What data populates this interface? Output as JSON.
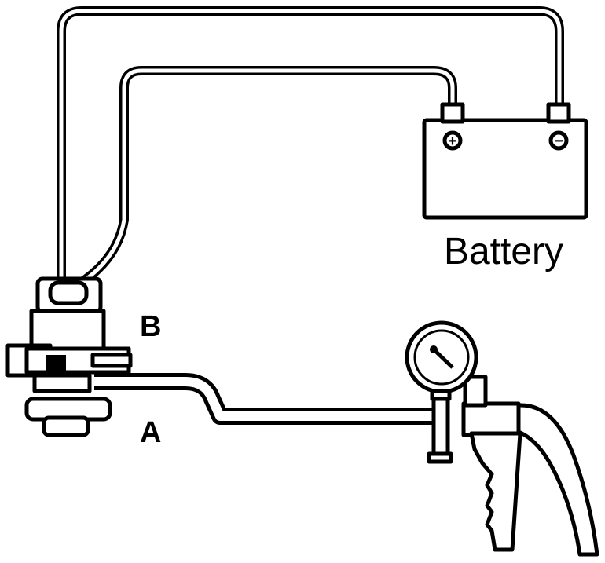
{
  "labels": {
    "battery": "Battery",
    "port_b": "B",
    "port_a": "A",
    "terminal_positive": "+",
    "terminal_negative": "−"
  },
  "colors": {
    "ink": "#000000",
    "paper": "#ffffff"
  },
  "icons": {
    "battery": "battery-icon",
    "vsv": "vacuum-switching-valve-icon",
    "pump": "hand-vacuum-pump-icon",
    "gauge": "vacuum-gauge-icon"
  }
}
